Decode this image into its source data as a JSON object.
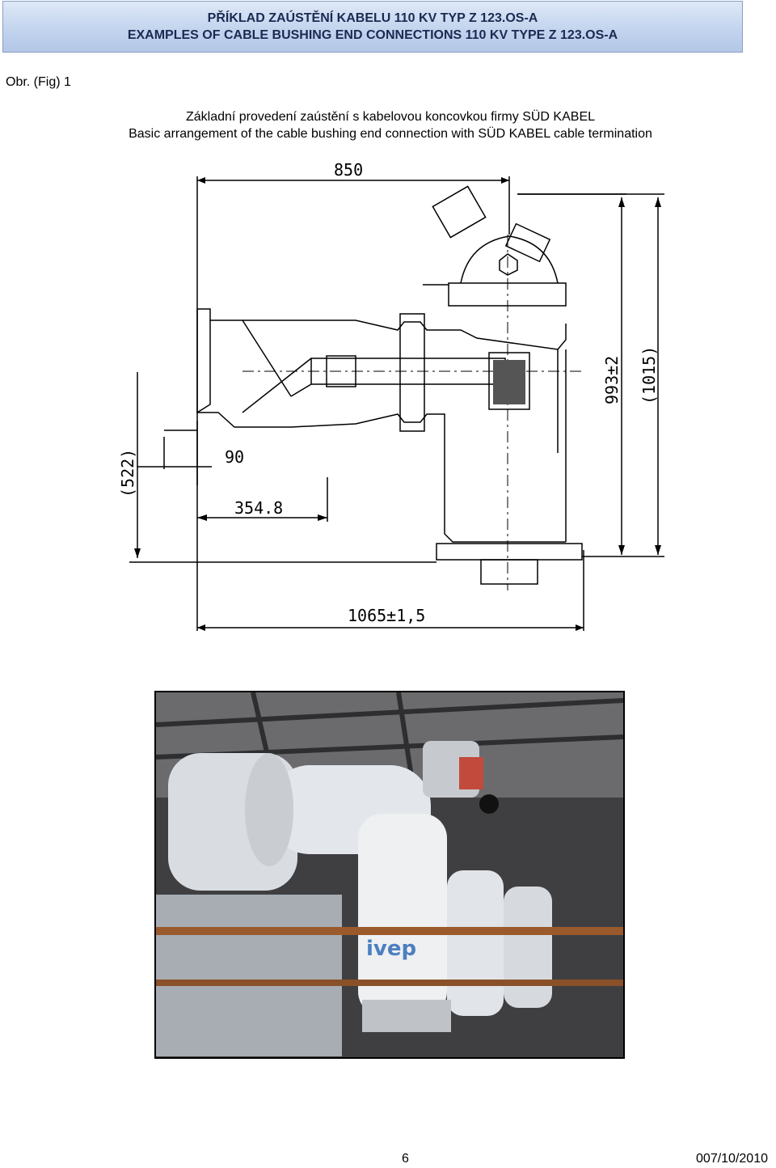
{
  "header": {
    "title_cz": "PŘÍKLAD ZAÚSTĚNÍ KABELU 110 KV TYP Z 123.OS-A",
    "title_en": "EXAMPLES OF CABLE BUSHING END CONNECTIONS 110 KV TYPE Z 123.OS-A"
  },
  "figure": {
    "label": "Obr. (Fig) 1",
    "caption_cz": "Základní provedení zaústění s kabelovou koncovkou firmy SÜD KABEL",
    "caption_en": "Basic arrangement of the cable bushing end connection with SÜD KABEL cable termination"
  },
  "drawing": {
    "dim_top": "850",
    "dim_height": "993±2",
    "dim_height_total": "(1015)",
    "dim_left_height": "(522)",
    "dim_offset": "90",
    "dim_depth": "354.8",
    "dim_bottom": "1065±1,5"
  },
  "photo": {
    "logo_text": "ivep"
  },
  "footer": {
    "page_number": "6",
    "date": "007/10/2010"
  }
}
